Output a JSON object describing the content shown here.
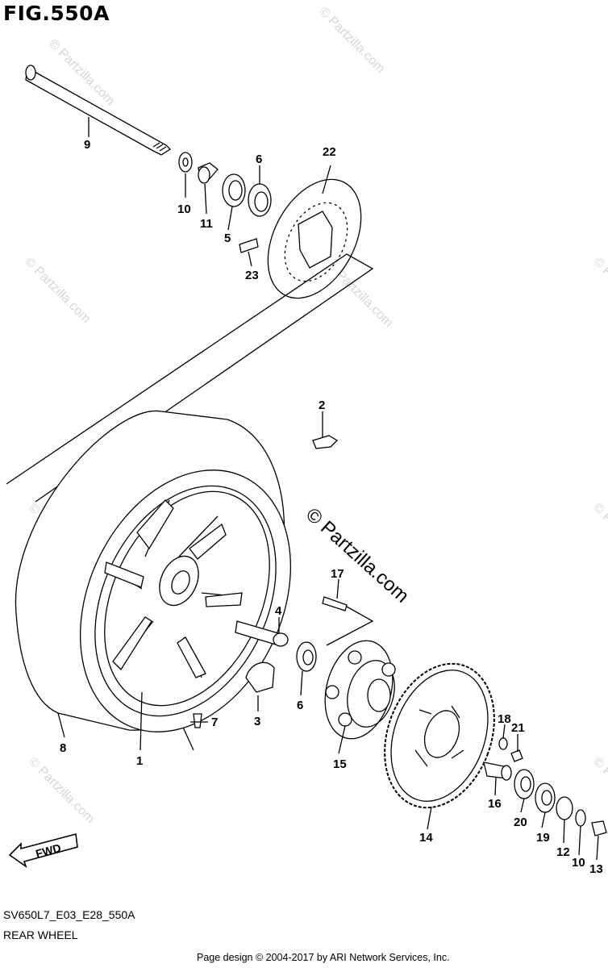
{
  "figure": {
    "title": "FIG.550A",
    "code": "SV650L7_E03_E28_550A",
    "name": "REAR WHEEL",
    "copyright": "Page design © 2004-2017 by ARI Network Services, Inc."
  },
  "watermark": {
    "text": "© Partzilla.com",
    "color": "#d6d6d6"
  },
  "fwd_badge": {
    "label": "FWD"
  },
  "callouts": [
    {
      "id": "9",
      "label": "9"
    },
    {
      "id": "10a",
      "label": "10"
    },
    {
      "id": "11",
      "label": "11"
    },
    {
      "id": "5",
      "label": "5"
    },
    {
      "id": "6a",
      "label": "6"
    },
    {
      "id": "22",
      "label": "22"
    },
    {
      "id": "23",
      "label": "23"
    },
    {
      "id": "2",
      "label": "2"
    },
    {
      "id": "17",
      "label": "17"
    },
    {
      "id": "4",
      "label": "4"
    },
    {
      "id": "6b",
      "label": "6"
    },
    {
      "id": "3",
      "label": "3"
    },
    {
      "id": "7",
      "label": "7"
    },
    {
      "id": "8",
      "label": "8"
    },
    {
      "id": "1",
      "label": "1"
    },
    {
      "id": "15",
      "label": "15"
    },
    {
      "id": "18",
      "label": "18"
    },
    {
      "id": "21",
      "label": "21"
    },
    {
      "id": "16",
      "label": "16"
    },
    {
      "id": "20",
      "label": "20"
    },
    {
      "id": "19",
      "label": "19"
    },
    {
      "id": "12",
      "label": "12"
    },
    {
      "id": "10b",
      "label": "10"
    },
    {
      "id": "13",
      "label": "13"
    },
    {
      "id": "14",
      "label": "14"
    }
  ]
}
